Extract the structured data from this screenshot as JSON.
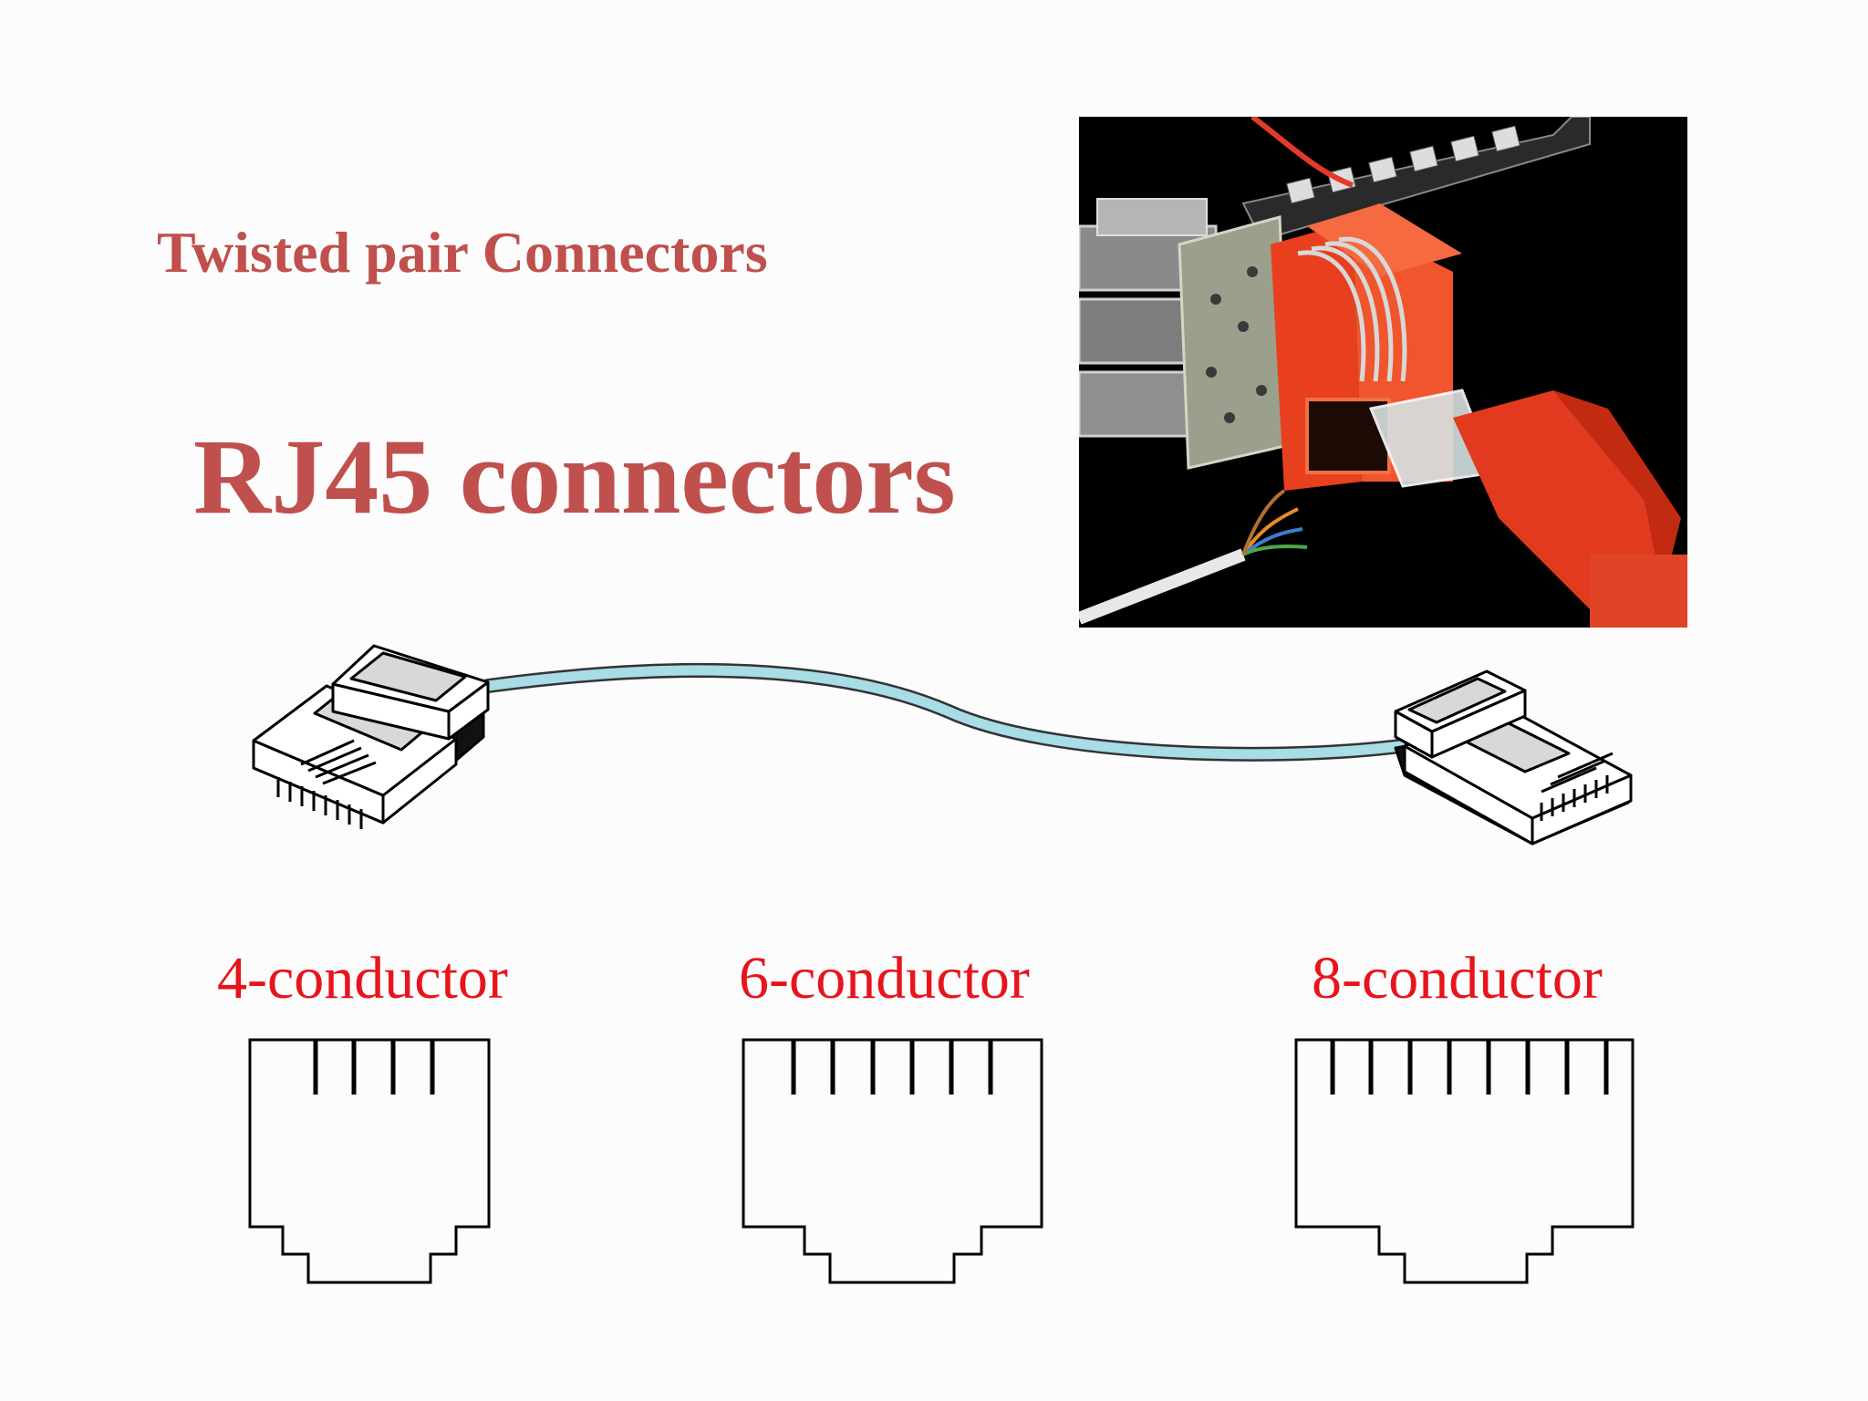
{
  "subtitle": "Twisted pair Connectors",
  "title": "RJ45 connectors",
  "conductor_labels": [
    "4-conductor",
    "6-conductor",
    "8-conductor"
  ],
  "colors": {
    "title": "#c0504d",
    "conductor_label": "#e8141c",
    "cable": "#a8dce6",
    "jack_face": "#d8d8d8",
    "photo_background": "#000000",
    "photo_orange": "#ef4a23"
  }
}
